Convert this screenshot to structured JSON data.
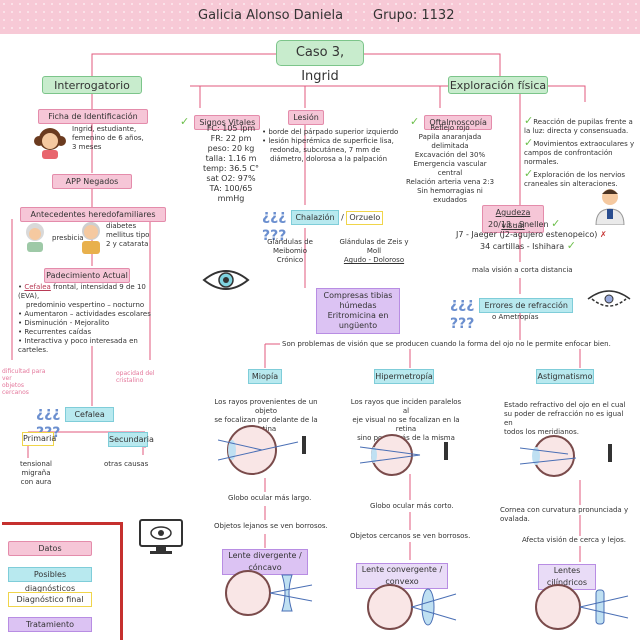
{
  "header": {
    "name": "Galicia Alonso Daniela",
    "group": "Grupo: 1132"
  },
  "case_title": "Caso 3, Ingrid",
  "interrogatorio": {
    "title": "Interrogatorio",
    "ficha_title": "Ficha de Identificación",
    "ficha_text": [
      "Ingrid, estudiante,",
      "femenino de 6 años,",
      "3 meses"
    ],
    "app_title": "APP Negados",
    "ahf_title": "Antecedentes heredofamiliares",
    "ahf_left": "presbicia",
    "ahf_right": [
      "diabetes",
      "mellitus tipo",
      "2 y catarata"
    ],
    "pa_title": "Padecimiento Actual",
    "pa_items": [
      {
        "kw": "Cefalea",
        "rest": " frontal, intensidad 9 de 10 (EVA),"
      },
      {
        "kw": "",
        "rest": "predominio vespertino – nocturno"
      },
      {
        "kw": "",
        "rest": "Aumentaron – actividades escolares"
      },
      {
        "kw": "",
        "rest": "Disminución - Mejoralito"
      },
      {
        "kw": "",
        "rest": "Recurrentes caídas"
      },
      {
        "kw": "",
        "rest": "Interactiva y poco interesada en carteles."
      }
    ],
    "note_left": [
      "dificultad para ver",
      "objetos cercanos"
    ],
    "note_right": "opacidad del cristalino",
    "cefalea_dx": "Cefalea",
    "primaria": "Primaria",
    "secundaria": "Secundaria",
    "primaria_causes": [
      "tensional",
      "migraña",
      "con aura"
    ],
    "secundaria_causes": "otras causas"
  },
  "qmarks": "¿¿¿",
  "qmarks_end": "???",
  "signos": {
    "title": "Signos Vitales",
    "values": [
      "FC: 105 lpm",
      "FR: 22 pm",
      "peso: 20 kg",
      "talla: 1.16 m",
      "temp: 36.5 C°",
      "sat  O2: 97%",
      "TA: 100/65 mmHg"
    ]
  },
  "lesion": {
    "title": "Lesión",
    "items": [
      "borde del párpado superior izquierdo",
      "lesión hiperémica de superficie lisa, redonda, subcutánea, 7 mm de diámetro, dolorosa a la palpación"
    ]
  },
  "chalazion": {
    "a": "Chalazión",
    "b": "Orzuelo"
  },
  "glandulas": {
    "left": [
      "Glándulas de Meibomio",
      "Crónico"
    ],
    "right": [
      "Glándulas de Zeis y Moll",
      "Agudo - Doloroso"
    ]
  },
  "tratamiento_chalazion": [
    "Compresas tibias húmedas",
    "Eritromicina en ungüento"
  ],
  "exploracion": {
    "title": "Exploración física"
  },
  "oftalmoscopia": {
    "title": "Oftalmoscopía",
    "items": [
      "Reflejo rojo",
      "Papila anaranjada delimitada",
      "Excavación del 30%",
      "Emergencia vascular central",
      "Relación arteria vena 2:3",
      "Sin hemorragias ni exudados"
    ]
  },
  "neuro": [
    "Reacción de pupilas frente a la luz: directa y consensuada.",
    "Movimientos extraoculares y campos de confrontación normales.",
    "Exploración de los nervios craneales sin alteraciones."
  ],
  "agudeza": {
    "title": "Agudeza visual",
    "snellen": "20/13 - Snellen",
    "jaeger": "J7 - Jaeger (J2-agujero estenopeico)",
    "ishihara": "34 cartillas - Ishihara",
    "result": "mala visión a corta distancia"
  },
  "refraccion": {
    "title": "Errores de refracción",
    "sub": "o Ametropías"
  },
  "definicion": "Son problemas de visión que se producen cuando la forma del ojo no le permite enfocar bien.",
  "miopia": {
    "title": "Miopía",
    "desc": [
      "Los rayos provenientes de un objeto",
      "se focalizan por delante de la retina"
    ],
    "globo": "Globo ocular más largo.",
    "vision": "Objetos lejanos se ven borrosos.",
    "lente": "Lente divergente / cóncavo"
  },
  "hipermetropia": {
    "title": "Hipermetropía",
    "desc": [
      "Los rayos que inciden paralelos al",
      "eje visual no se focalizan en la retina",
      "sino por detrás de la misma"
    ],
    "globo": "Globo ocular más corto.",
    "vision": "Objetos cercanos se ven borrosos.",
    "lente": "Lente convergente / convexo"
  },
  "astigmatismo": {
    "title": "Astigmatismo",
    "desc": [
      "Estado refractivo del ojo en el cual",
      "su poder de refracción no es igual en",
      "todos los meridianos."
    ],
    "globo": "Cornea con curvatura pronunciada y ovalada.",
    "vision": "Afecta visión de cerca y lejos.",
    "lente": "Lentes cilíndricos"
  },
  "legend": {
    "datos": "Datos",
    "posibles": "Posibles diagnósticos",
    "final": "Diagnóstico final",
    "tratamiento": "Tratamiento"
  },
  "colors": {
    "header_pink": "#f7c9d6",
    "green": "#c8eccd",
    "pink_box": "#f6c6d7",
    "cyan": "#b8e9ef",
    "yellow_border": "#f0d54a",
    "purple": "#dcc3f3",
    "red_line": "#c5302e"
  }
}
